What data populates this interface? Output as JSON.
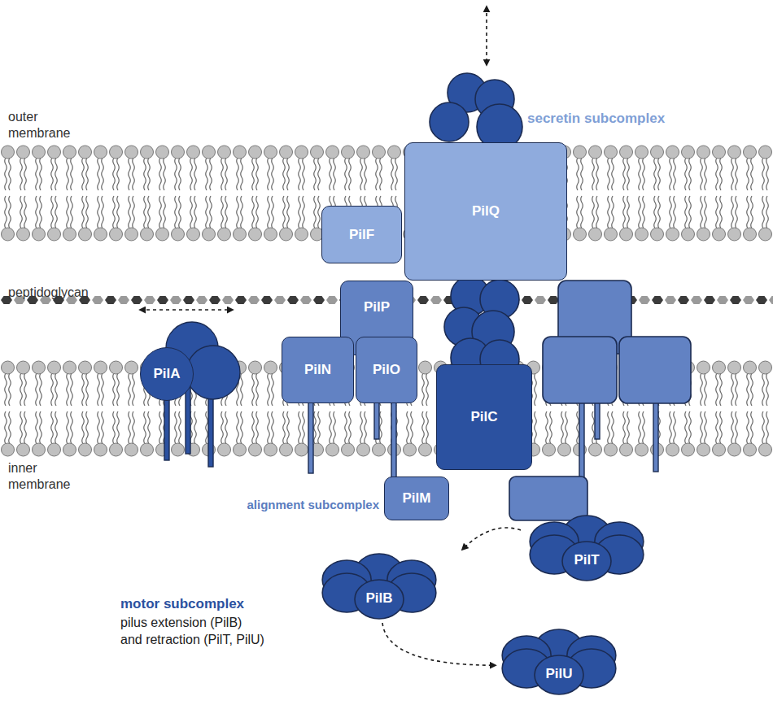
{
  "diagram": {
    "nodes": [
      {
        "text": [
          "PilQ"
        ]
      },
      {
        "text": [
          "PilF"
        ]
      },
      {
        "text": [
          "PilP"
        ]
      },
      {
        "text": [
          "PilN"
        ]
      },
      {
        "text": [
          "PilO"
        ]
      },
      {
        "text": [
          "PilC"
        ]
      },
      {
        "text": [
          "PilA"
        ]
      },
      {
        "text": [
          "PilM"
        ]
      },
      {
        "text": [
          "PilB"
        ]
      },
      {
        "text": [
          "PilT"
        ]
      },
      {
        "text": [
          "PilU"
        ]
      }
    ],
    "edges": [
      {
        "from": 8,
        "to": 10,
        "arrow": "to"
      }
    ],
    "labels": [
      "outer membrane",
      "secretin subcomplex",
      "peptidoglycan",
      "inner membrane",
      "alignment subcomplex",
      "motor subcomplex",
      "pilus extension (PilB)",
      "and retraction (PilT, PilU)"
    ]
  }
}
